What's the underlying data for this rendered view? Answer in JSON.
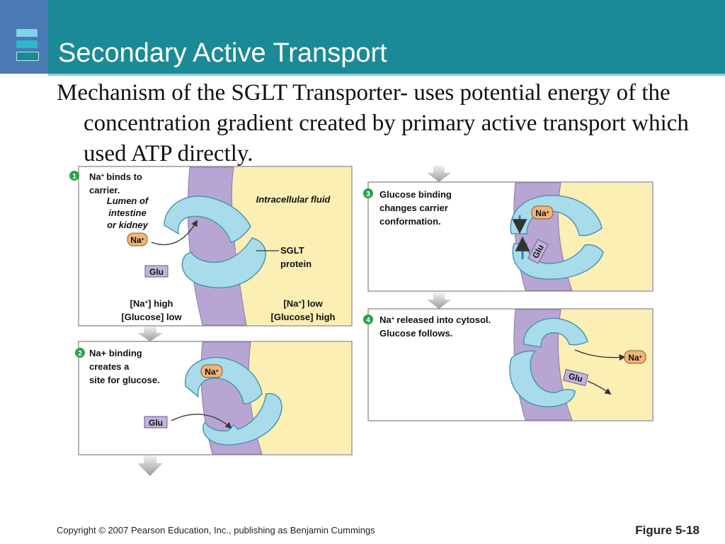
{
  "slide": {
    "title": "Secondary Active Transport",
    "subtitle": "Mechanism of the SGLT Transporter- uses potential energy of the concentration gradient created by primary active transport which used ATP directly.",
    "copyright": "Copyright © 2007 Pearson Education, Inc., publishing as Benjamin Cummings",
    "figure": "Figure 5-18"
  },
  "colors": {
    "header": "#1b8a96",
    "logo": "#4a79b4",
    "membrane": "#b7a6d3",
    "intracellular": "#fcefb4",
    "protein": "#a8dcea",
    "sodium": "#f2b479",
    "glucose": "#c1b4d9",
    "step_badge": "#2ba24a"
  },
  "panels": {
    "p1": {
      "step": "1",
      "caption_line1": "binds to",
      "caption_line2": "carrier.",
      "lumen_line1": "Lumen of",
      "lumen_line2": "intestine",
      "lumen_line3": "or kidney",
      "intracellular": "Intracellular fluid",
      "sglt_line1": "SGLT",
      "sglt_line2": "protein",
      "left_conc_1": "] high",
      "left_conc_2": "[Glucose] low",
      "right_conc_1": "] low",
      "right_conc_2": "[Glucose] high"
    },
    "p2": {
      "step": "2",
      "caption_line1": "Na+ binding",
      "caption_line2": "creates a",
      "caption_line3": "site for glucose."
    },
    "p3": {
      "step": "3",
      "caption_line1": "Glucose binding",
      "caption_line2": "changes carrier",
      "caption_line3": "conformation."
    },
    "p4": {
      "step": "4",
      "caption_line1": "released into cytosol.",
      "caption_line2": "Glucose follows."
    }
  },
  "labels": {
    "na": "Na",
    "plus": "+",
    "glu": "Glu"
  }
}
